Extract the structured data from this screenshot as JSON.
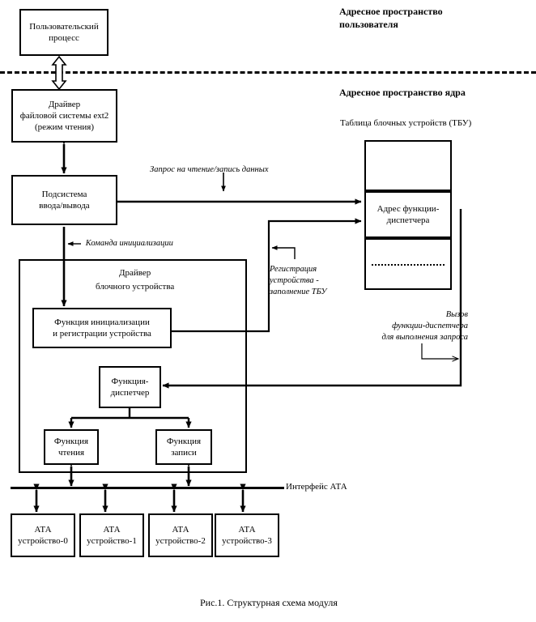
{
  "figure": {
    "caption": "Рис.1. Структурная схема модуля"
  },
  "headers": {
    "user_space_line1": "Адресное пространство",
    "user_space_line2": "пользователя",
    "kernel_space": "Адресное пространство ядра",
    "bdev_table_title": "Таблица блочных устройств (ТБУ)"
  },
  "boxes": {
    "user_process": {
      "line1": "Пользовательский",
      "line2": "процесс"
    },
    "ext2_driver": {
      "line1": "Драйвер",
      "line2": "файловой системы ext2",
      "line3": "(режим чтения)"
    },
    "io_subsystem": {
      "line1": "Подсистема",
      "line2": "ввода/вывода"
    },
    "block_driver": {
      "line1": "Драйвер",
      "line2": "блочного устройства"
    },
    "init_register": {
      "line1": "Функция инициализации",
      "line2": "и регистрации устройства"
    },
    "dispatcher": {
      "line1": "Функция-",
      "line2": "диспетчер"
    },
    "read_function": {
      "line1": "Функция",
      "line2": "чтения"
    },
    "write_function": {
      "line1": "Функция",
      "line2": "записи"
    }
  },
  "tbu": {
    "cell_top": "",
    "cell_middle_line1": "Адрес функции-",
    "cell_middle_line2": "диспетчера",
    "cell_bottom": ""
  },
  "annotations": {
    "read_write_request": "Запрос на чтение/запись данных",
    "init_command": "Команда инициализации",
    "init_command_arrow": "←",
    "device_registration_line1": "Регистрация",
    "device_registration_line2": "устройства -",
    "device_registration_line3": "заполнение ТБУ",
    "dispatcher_call_line1": "Вызов",
    "dispatcher_call_line2": "функции-диспетчера",
    "dispatcher_call_line3": "для выполнения запроса",
    "ata_interface": "Интерфейс АТА"
  },
  "ata_devices": [
    {
      "line1": "АТА",
      "line2": "устройство-0"
    },
    {
      "line1": "АТА",
      "line2": "устройство-1"
    },
    {
      "line1": "АТА",
      "line2": "устройство-2"
    },
    {
      "line1": "АТА",
      "line2": "устройство-3"
    }
  ],
  "colors": {
    "stroke": "#000000",
    "background": "#ffffff"
  }
}
